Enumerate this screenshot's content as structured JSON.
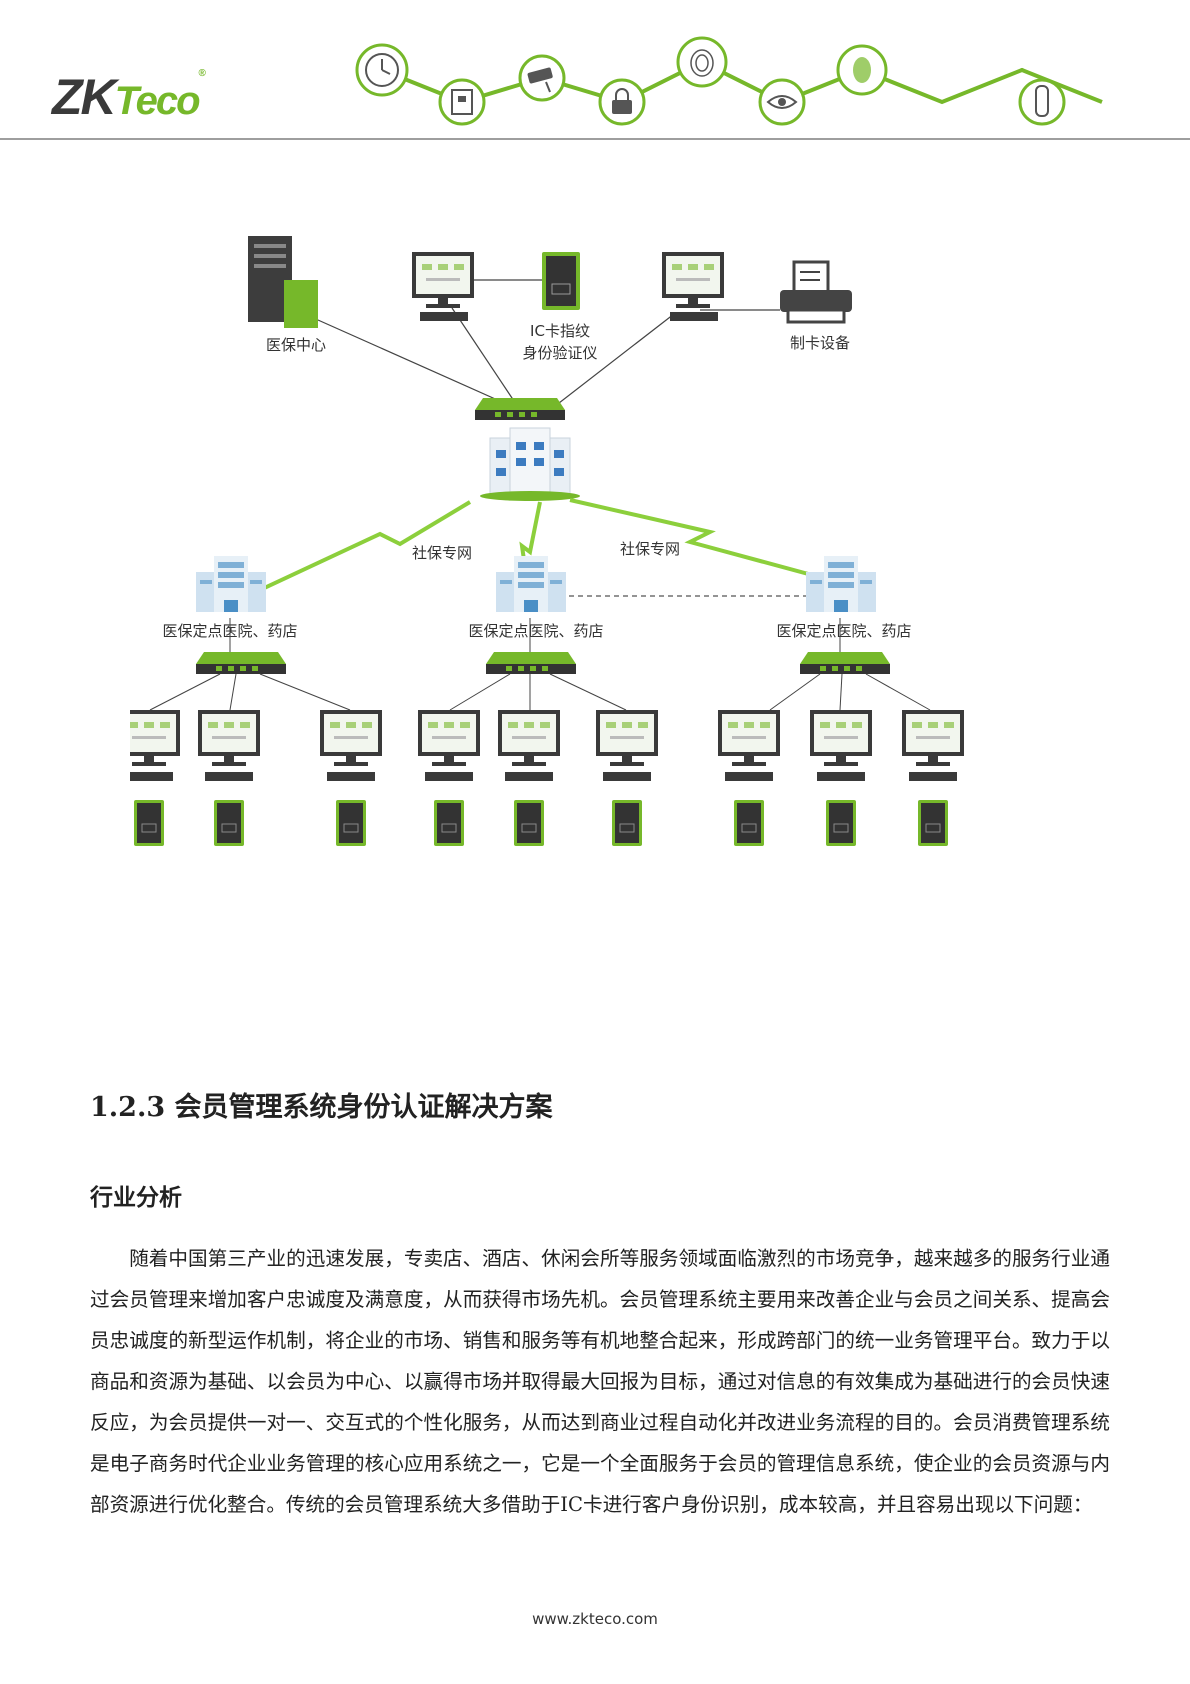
{
  "header": {
    "logo_zk": "ZK",
    "logo_teco": "Teco",
    "logo_reg": "®",
    "icons": [
      "clock-icon",
      "door-access-icon",
      "cctv-camera-icon",
      "padlock-icon",
      "fingerprint-icon",
      "eye-icon",
      "face-recognition-icon",
      "security-gate-icon"
    ]
  },
  "diagram": {
    "label_center": "医保中心",
    "label_verifier_line1": "IC卡指纹",
    "label_verifier_line2": "身份验证仪",
    "label_card_device": "制卡设备",
    "label_network_left": "社保专网",
    "label_network_right": "社保专网",
    "label_site_1": "医保定点医院、药店",
    "label_site_2": "医保定点医院、药店",
    "label_site_3": "医保定点医院、药店",
    "accent_color": "#76b82a"
  },
  "section": {
    "title": "1.2.3 会员管理系统身份认证解决方案",
    "subheading": "行业分析",
    "paragraph": "随着中国第三产业的迅速发展，专卖店、酒店、休闲会所等服务领域面临激烈的市场竞争，越来越多的服务行业通过会员管理来增加客户忠诚度及满意度，从而获得市场先机。会员管理系统主要用来改善企业与会员之间关系、提高会员忠诚度的新型运作机制，将企业的市场、销售和服务等有机地整合起来，形成跨部门的统一业务管理平台。致力于以商品和资源为基础、以会员为中心、以赢得市场并取得最大回报为目标，通过对信息的有效集成为基础进行的会员快速反应，为会员提供一对一、交互式的个性化服务，从而达到商业过程自动化并改进业务流程的目的。会员消费管理系统是电子商务时代企业业务管理的核心应用系统之一，它是一个全面服务于会员的管理信息系统，使企业的会员资源与内部资源进行优化整合。传统的会员管理系统大多借助于IC卡进行客户身份识别，成本较高，并且容易出现以下问题："
  },
  "footer": {
    "url": "www.zkteco.com"
  }
}
